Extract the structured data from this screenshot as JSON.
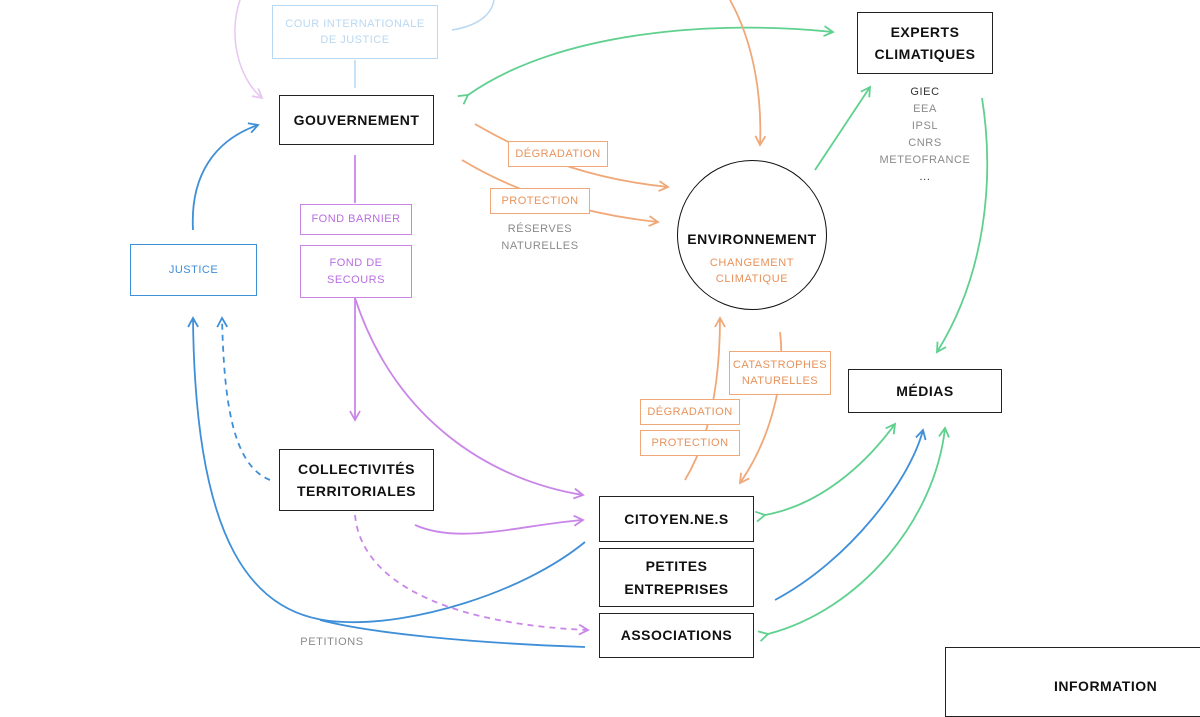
{
  "colors": {
    "information": "#5fd08e",
    "justice": "#3f8fd8",
    "financing": "#c986e8",
    "environment": "#f0a878",
    "court": "#b9d8f2",
    "court_arrow": "#e6c6f2"
  },
  "nodes": {
    "cour": "COUR INTERNATIONALE\nDE JUSTICE",
    "gouvernement": "GOUVERNEMENT",
    "experts": "EXPERTS\nCLIMATIQUES",
    "environnement": "ENVIRONNEMENT",
    "changement": "CHANGEMENT\nCLIMATIQUE",
    "justice": "JUSTICE",
    "medias": "MÉDIAS",
    "collectivites": "COLLECTIVITÉS\nTERRITORIALES",
    "citoyens": "CITOYEN.NE.S",
    "entreprises": "PETITES\nENTREPRISES",
    "associations": "ASSOCIATIONS"
  },
  "experts_list": [
    "GIEC",
    "EEA",
    "IPSL",
    "CNRS",
    "METEOFRANCE",
    "..."
  ],
  "labels": {
    "degradation": "DÉGRADATION",
    "protection": "PROTECTION",
    "reserves": "RÉSERVES\nNATURELLES",
    "fond_barnier": "FOND BARNIER",
    "fond_secours": "FOND DE\nSECOURS",
    "catastrophes": "CATASTROPHES\nNATURELLES",
    "degradation2": "DÉGRADATION",
    "protection2": "PROTECTION",
    "petitions": "PETITIONS"
  },
  "legend": {
    "information": "INFORMATION"
  }
}
